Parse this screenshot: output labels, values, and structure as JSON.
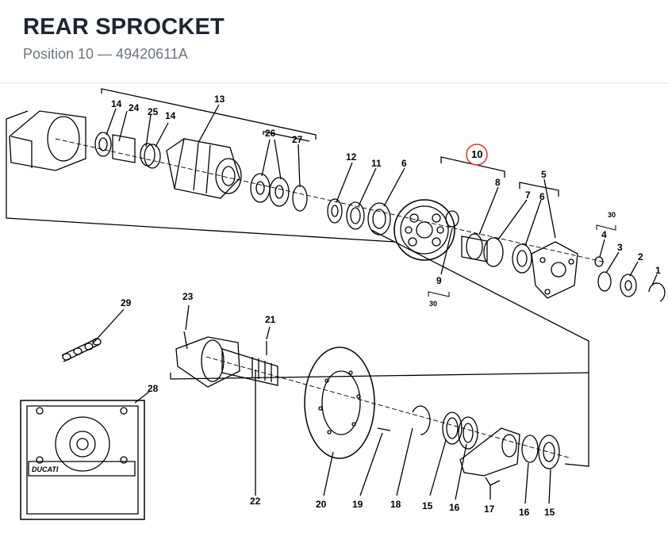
{
  "header": {
    "title": "REAR SPROCKET",
    "subtitle": "Position 10 — 49420611A"
  },
  "highlight": {
    "position": "10",
    "color": "#d9342b"
  },
  "callouts": {
    "c1": "1",
    "c2": "2",
    "c3": "3",
    "c4": "4",
    "c5": "5",
    "c6a": "6",
    "c6b": "6",
    "c7": "7",
    "c8": "8",
    "c9": "9",
    "c11": "11",
    "c12": "12",
    "c13": "13",
    "c14a": "14",
    "c14b": "14",
    "c15a": "15",
    "c15b": "15",
    "c16a": "16",
    "c16b": "16",
    "c17": "17",
    "c18": "18",
    "c19": "19",
    "c20": "20",
    "c21": "21",
    "c22": "22",
    "c23": "23",
    "c24": "24",
    "c25": "25",
    "c26": "26",
    "c27": "27",
    "c28": "28",
    "c29": "29",
    "torque_a": "30",
    "torque_b": "30"
  },
  "logo_text": "DUCATI"
}
